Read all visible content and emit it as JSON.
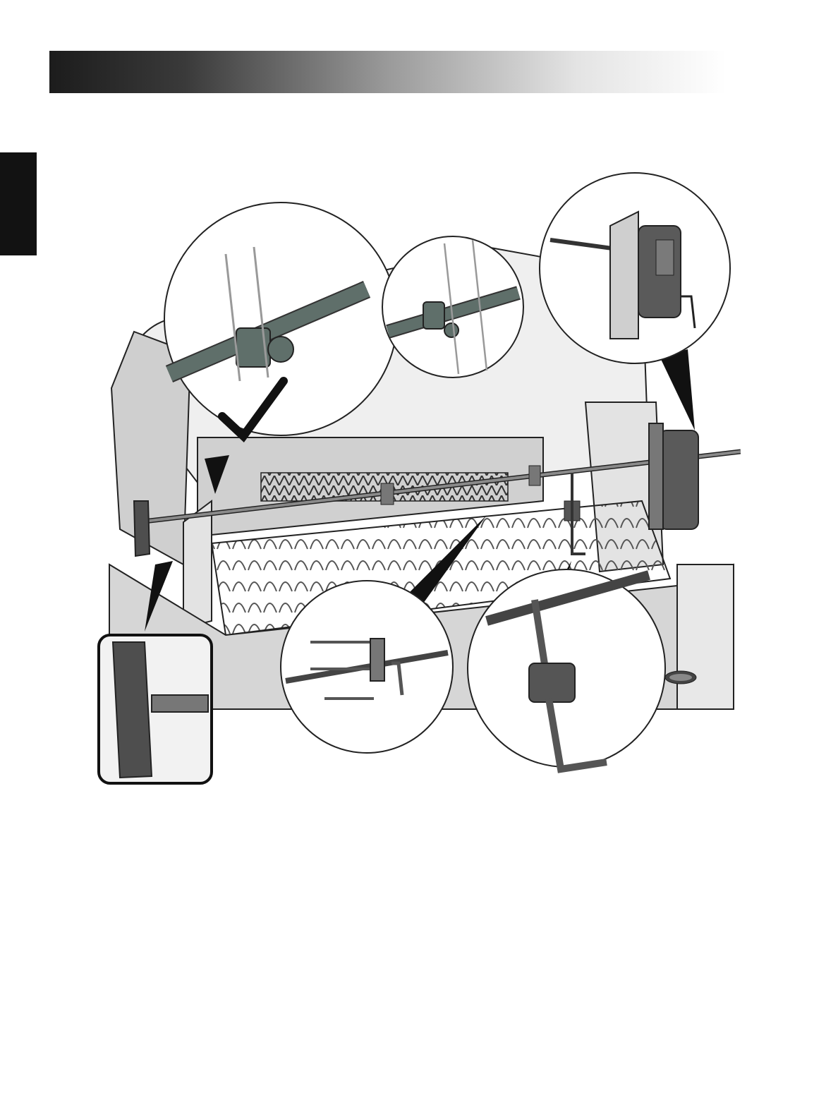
{
  "header": {
    "bar_color": "#1c1c1c"
  },
  "side_tab": {
    "color": "#121212"
  },
  "illustration": {
    "callouts": [
      {
        "id": "correct-collar",
        "icon": "checkmark-icon"
      },
      {
        "id": "collar-incorrect"
      },
      {
        "id": "motor-bracket"
      },
      {
        "id": "handle-knob"
      },
      {
        "id": "spit-forks"
      },
      {
        "id": "counterbalance"
      }
    ],
    "grill_logo_icon": "napoleon-logo-icon",
    "colors": {
      "rod": "#5f6f6a",
      "motor": "#5a5a5a",
      "line": "#222222",
      "grill_face": "#d6d6d6"
    }
  },
  "footer": {
    "text": ""
  }
}
